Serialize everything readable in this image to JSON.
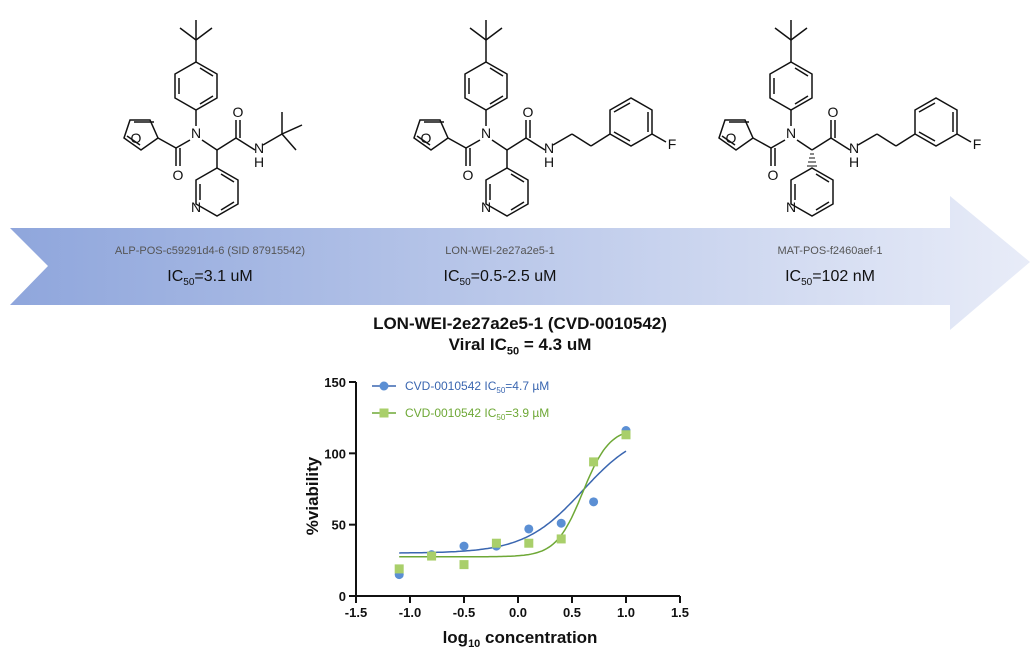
{
  "compounds": [
    {
      "id": "ALP-POS-c59291d4-6 (SID 87915542)",
      "ic_prefix": "IC",
      "ic_sub": "50",
      "ic_value": "=3.1 uM"
    },
    {
      "id": "LON-WEI-2e27a2e5-1",
      "ic_prefix": "IC",
      "ic_sub": "50",
      "ic_value": "=0.5-2.5 uM"
    },
    {
      "id": "MAT-POS-f2460aef-1",
      "ic_prefix": "IC",
      "ic_sub": "50",
      "ic_value": "=102 nM"
    }
  ],
  "structure_atoms": {
    "O": "O",
    "N": "N",
    "H": "H",
    "F": "F"
  },
  "colors": {
    "arrow_start": "#8fa6dc",
    "arrow_end": "#e8ecf8",
    "series1": "#5b8fd4",
    "series2": "#a9cf6a",
    "fit1": "#3a66b0",
    "fit2": "#6ea836"
  },
  "chart_data": {
    "type": "scatter",
    "title_line1": "LON-WEI-2e27a2e5-1 (CVD-0010542)",
    "title_line2_pre": "Viral IC",
    "title_line2_sub": "50",
    "title_line2_post": " = 4.3 uM",
    "xlabel": "log10 concentration",
    "xlabel_main": "log",
    "xlabel_sub": "10",
    "xlabel_post": " concentration",
    "ylabel": "%viability",
    "xlim": [
      -1.5,
      1.5
    ],
    "ylim": [
      0,
      150
    ],
    "xticks": [
      "-1.5",
      "-1.0",
      "-0.5",
      "0.0",
      "0.5",
      "1.0",
      "1.5"
    ],
    "yticks": [
      "0",
      "50",
      "100",
      "150"
    ],
    "legend_position": "top-left",
    "series": [
      {
        "name": "CVD-0010542 IC50=4.7 µM",
        "legend_pre": "CVD-0010542 IC",
        "legend_sub": "50",
        "legend_post": "=4.7 µM",
        "marker": "circle",
        "x": [
          -1.1,
          -0.8,
          -0.5,
          -0.2,
          0.1,
          0.4,
          0.7,
          1.0
        ],
        "y": [
          15,
          29,
          35,
          35,
          47,
          51,
          66,
          116
        ],
        "fit": {
          "bottom": 30,
          "top": 118,
          "logic50": 0.6,
          "hill": 1.6
        }
      },
      {
        "name": "CVD-0010542 IC50=3.9 µM",
        "legend_pre": "CVD-0010542 IC",
        "legend_sub": "50",
        "legend_post": "=3.9 µM",
        "marker": "square",
        "x": [
          -1.1,
          -0.8,
          -0.5,
          -0.2,
          0.1,
          0.4,
          0.7,
          1.0
        ],
        "y": [
          19,
          28,
          22,
          37,
          37,
          40,
          94,
          113
        ],
        "fit": {
          "bottom": 27.5,
          "top": 118,
          "logic50": 0.6,
          "hill": 3.5
        }
      }
    ]
  }
}
